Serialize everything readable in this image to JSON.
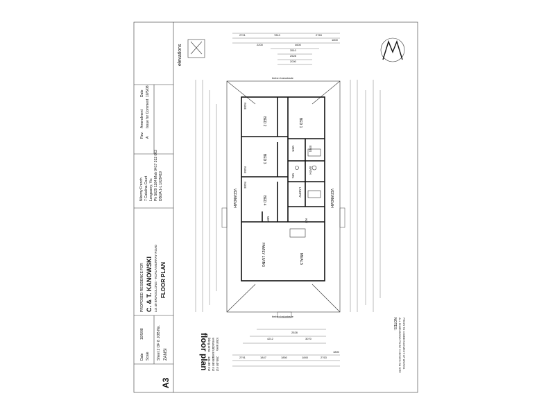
{
  "plan": {
    "title": "floor plan",
    "client": "C. & T. KANOWSKI",
    "drawing_title": "FLOOR PLAN",
    "heading_elevations": "elevations",
    "stamp_a3": "A3",
    "proposed_label": "PROPOSED RESIDENCE FOR",
    "address": "Lot 40 BRIAGOLONG - KOALA MURRAY ROAD",
    "designer": [
      "Nikemy French",
      "7 Catalina Court",
      "Longwarry, Vic",
      "Ph 5629 1184 Mob 0417 322 003",
      "DBUA 1-L 1029419"
    ],
    "revision": {
      "col_1": "Rev.",
      "col_2": "Amendment",
      "col_3": "Date",
      "rev": "A",
      "desc": "Issue for Comment",
      "date": "10/5/08"
    },
    "sheet_info": {
      "date_label": "Date",
      "date": "10/5/08",
      "scale_label": "Scale",
      "sheet": "Sheet 2 OF 8",
      "job": "JOB No.",
      "zansi": "ZANSI"
    },
    "areas": [
      {
        "label": "living area",
        "value": "134.80 m2"
      },
      {
        "label": "verandah area",
        "value": "109.80 m2"
      },
      {
        "label": "total area",
        "value": "265.40 m2"
      }
    ],
    "notes": [
      "NOTES:",
      "ALL DIMENSIONS TO BE CHECKED ON SITE",
      "PRIOR TO COMMENCEMENT OF WORKS"
    ],
    "rooms": {
      "bed1": "BED 1",
      "bed2": "BED 2",
      "bed3": "BED 3",
      "bed4": "BED 4",
      "wir": "WIR",
      "ens": "ENS",
      "bath": "BATH",
      "lndry": "LNDRY",
      "wc": "WC",
      "kit": "KIT",
      "meals": "MEALS",
      "family": "FAMILY LIVING",
      "robe": "ROBE",
      "verandah": "VERANDAH"
    },
    "timber_balustrade": "timber balustrade",
    "dims_top": [
      "2701",
      "7810",
      "2763",
      "1800",
      "2200",
      "4600",
      "3510",
      "2528",
      "2000"
    ],
    "dims_bottom": [
      "2791",
      "1847",
      "1850",
      "1845",
      "2763",
      "1800",
      "4212",
      "2528",
      "3070"
    ]
  }
}
